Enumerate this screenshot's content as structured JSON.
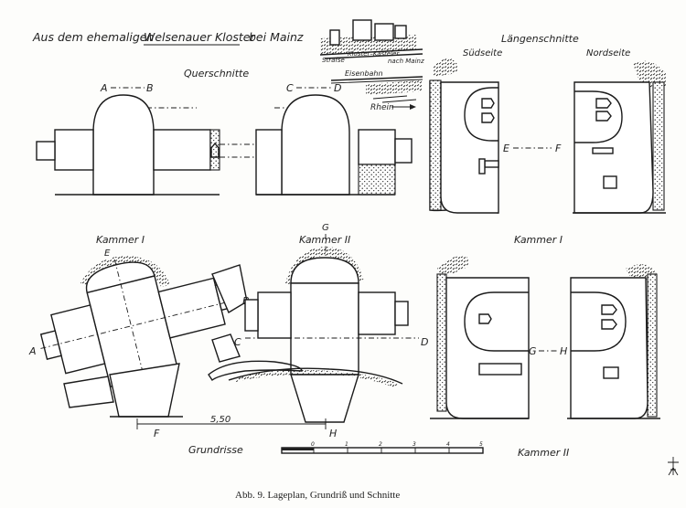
{
  "title": {
    "prefix": "Aus dem ehemaligen",
    "name": "Welsenauer Kloster",
    "suffix": "bei Mainz"
  },
  "site_map": {
    "street": "Strafse",
    "road": "Kloster–Kasteler",
    "to_mainz": "nach Mainz",
    "railway": "Eisenbahn",
    "river": "Rhein"
  },
  "section_labels": {
    "querschnitte": "Querschnitte",
    "laengenschnitte": "Längenschnitte",
    "suedseite": "Südseite",
    "nordseite": "Nordseite",
    "grundrisse": "Grundrisse",
    "kammer_1_plan": "Kammer I",
    "kammer_2_plan": "Kammer II",
    "kammer_1_long": "Kammer I",
    "kammer_2_long": "Kammer II"
  },
  "cut_marks": {
    "a": "A",
    "b": "B",
    "c": "C",
    "d": "D",
    "e": "E",
    "f": "F",
    "g": "G",
    "h": "H",
    "a2": "A",
    "b2": "B",
    "c2": "C",
    "d2": "D",
    "e2": "E",
    "f2": "F",
    "g2": "G",
    "h2": "H"
  },
  "dimension": "5,50",
  "scale_bar": {
    "ticks": [
      "0",
      "1",
      "2",
      "3",
      "4",
      "5"
    ]
  },
  "caption": "Abb. 9. Lageplan, Grundriß und Schnitte",
  "monogram": "Hk"
}
